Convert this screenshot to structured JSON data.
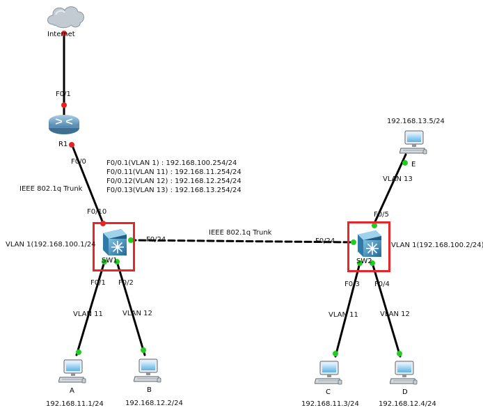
{
  "internet": {
    "label": "Internet"
  },
  "router": {
    "label": "R1",
    "port_up": "F0/1",
    "port_down": "F0/0"
  },
  "router_subinterfaces": [
    "F0/0.1(VLAN 1) : 192.168.100.254/24",
    "F0/0.11(VLAN 11) : 192.168.11.254/24",
    "F0/0.12(VLAN 12) : 192.168.12.254/24",
    "F0/0.13(VLAN 13) : 192.168.13.254/24"
  ],
  "trunk_left": "IEEE 802.1q Trunk",
  "trunk_middle": "IEEE 802.1q Trunk",
  "sw1": {
    "label": "SW1",
    "vlan": "VLAN 1(192.168.100.1/24",
    "port_up": "F0/10",
    "port_right": "F0/24",
    "port_a": "F0/1",
    "port_b": "F0/2"
  },
  "sw2": {
    "label": "SW2",
    "vlan": "VLAN 1(192.168.100.2/24)",
    "port_left": "F0/24",
    "port_up": "F0/5",
    "port_c": "F0/3",
    "port_d": "F0/4"
  },
  "links": {
    "a": "VLAN 11",
    "b": "VLAN 12",
    "c": "VLAN 11",
    "d": "VLAN 12",
    "e": "VLAN 13"
  },
  "pcs": {
    "A": {
      "label": "A",
      "ip": "192.168.11.1/24"
    },
    "B": {
      "label": "B",
      "ip": "192.168.12.2/24"
    },
    "C": {
      "label": "C",
      "ip": "192.168.11.3/24"
    },
    "D": {
      "label": "D",
      "ip": "192.168.12.4/24"
    },
    "E": {
      "label": "E",
      "ip": "192.168.13.5/24"
    }
  },
  "colors": {
    "link": "#000000",
    "up": "#22cc22",
    "down": "#e82020",
    "highlight": "#e8262a",
    "switch": "#3d8fb8",
    "router": "#6fa3c5",
    "cloud": "#b9c2cc"
  }
}
